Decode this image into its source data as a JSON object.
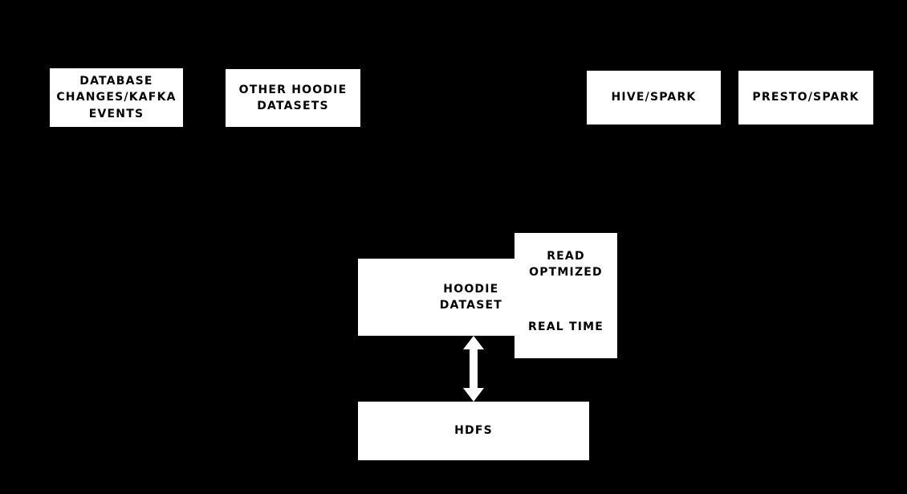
{
  "diagram": {
    "title": "Hoodie dataset architecture diagram",
    "colors": {
      "background": "#000000",
      "node_fill": "#ffffff",
      "node_text": "#000000",
      "arrow": "#ffffff"
    },
    "nodes": {
      "database_changes": {
        "label": "DATABASE\nCHANGES/KAFKA\nEVENTS"
      },
      "other_hoodie_datasets": {
        "label": "OTHER HOODIE\nDATASETS"
      },
      "hive_spark": {
        "label": "HIVE/SPARK"
      },
      "presto_spark": {
        "label": "PRESTO/SPARK"
      },
      "hoodie_dataset": {
        "label": "HOODIE\nDATASET"
      },
      "read_optimized": {
        "label": "READ\nOPTMIZED"
      },
      "real_time": {
        "label": "REAL TIME"
      },
      "hdfs": {
        "label": "HDFS"
      }
    },
    "icons": {
      "hoodie_hdfs_arrow": "bidirectional-vertical-arrow"
    }
  }
}
